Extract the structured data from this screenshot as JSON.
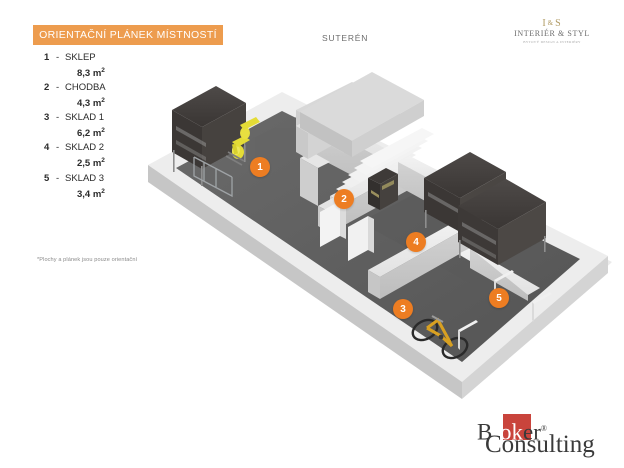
{
  "header": {
    "banner_title": "ORIENTAČNÍ PLÁNEK MÍSTNOSTÍ",
    "floor_label": "SUTERÉN"
  },
  "legend": {
    "rooms": [
      {
        "number": "1",
        "dash": "-",
        "name": "SKLEP",
        "area": "8,3 m",
        "unit": "2"
      },
      {
        "number": "2",
        "dash": "-",
        "name": "CHODBA",
        "area": "4,3 m",
        "unit": "2"
      },
      {
        "number": "3",
        "dash": "-",
        "name": "SKLAD 1",
        "area": "6,2 m",
        "unit": "2"
      },
      {
        "number": "4",
        "dash": "-",
        "name": "SKLAD 2",
        "area": "2,5 m",
        "unit": "2"
      },
      {
        "number": "5",
        "dash": "-",
        "name": "SKLAD 3",
        "area": "3,4 m",
        "unit": "2"
      }
    ]
  },
  "disclaimer": {
    "text": "*Plochy a plánek jsou pouze orientační"
  },
  "markers": {
    "m1": "1",
    "m2": "2",
    "m3": "3",
    "m4": "4",
    "m5": "5"
  },
  "interier_logo": {
    "mono_left": "I",
    "mono_amp": "&",
    "mono_right": "S",
    "name": "INTERIÉR & STYL",
    "tagline": "BYTOVÝ DESIGN A INTERIÉRY"
  },
  "broker_logo": {
    "word1_a": "B",
    "word1_b": "rok",
    "word1_c": "er",
    "registered": "®",
    "word2": "Consulting"
  },
  "colors": {
    "banner_orange": "#ED9C4E",
    "marker_orange": "#ED7D22",
    "broker_red": "#C9443C",
    "wall_light": "#E9E9E9",
    "floor_gray": "#5E5E5E",
    "shelf_dark": "#45413F",
    "accent_yellow": "#E8E040"
  }
}
